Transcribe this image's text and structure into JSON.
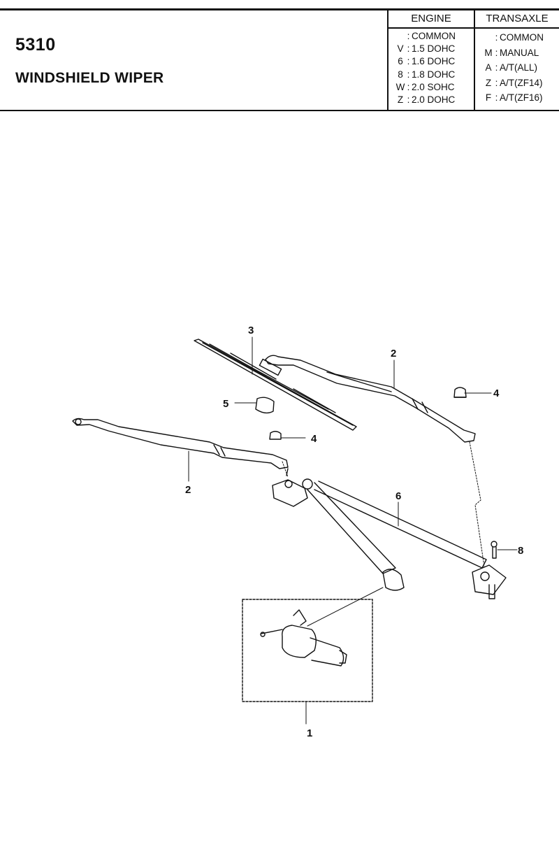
{
  "header": {
    "section_code": "5310",
    "section_title": "WINDSHIELD WIPER"
  },
  "legend": {
    "engine": {
      "title": "ENGINE",
      "rows": [
        {
          "code": "",
          "desc": "COMMON"
        },
        {
          "code": "V",
          "desc": "1.5 DOHC"
        },
        {
          "code": "6",
          "desc": "1.6 DOHC"
        },
        {
          "code": "8",
          "desc": "1.8 DOHC"
        },
        {
          "code": "W",
          "desc": "2.0 SOHC"
        },
        {
          "code": "Z",
          "desc": "2.0 DOHC"
        }
      ]
    },
    "transaxle": {
      "title": "TRANSAXLE",
      "rows": [
        {
          "code": "",
          "desc": "COMMON"
        },
        {
          "code": "M",
          "desc": "MANUAL"
        },
        {
          "code": "A",
          "desc": "A/T(ALL)"
        },
        {
          "code": "Z",
          "desc": "A/T(ZF14)"
        },
        {
          "code": "F",
          "desc": "A/T(ZF16)"
        }
      ]
    }
  },
  "callouts": {
    "blade": "3",
    "arm_right": "2",
    "nut_right": "4",
    "cap": "5",
    "nut_left": "4",
    "arm_left": "2",
    "linkage": "6",
    "bolt": "8",
    "motor": "1"
  }
}
